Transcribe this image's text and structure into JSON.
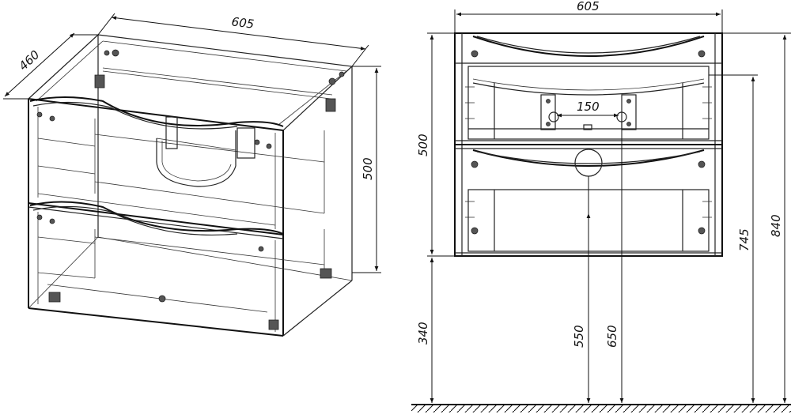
{
  "iso_view": {
    "width_label": "605",
    "depth_label": "460",
    "height_label": "500"
  },
  "front_view": {
    "width_label": "605",
    "height_label": "500",
    "hole_spacing_label": "150",
    "wall_clearance_label": "340",
    "drain_height_label": "550",
    "supply_height_label": "650",
    "top_drawer_label": "745",
    "total_height_label": "840"
  },
  "colors": {
    "line": "#222222",
    "background": "#ffffff"
  }
}
